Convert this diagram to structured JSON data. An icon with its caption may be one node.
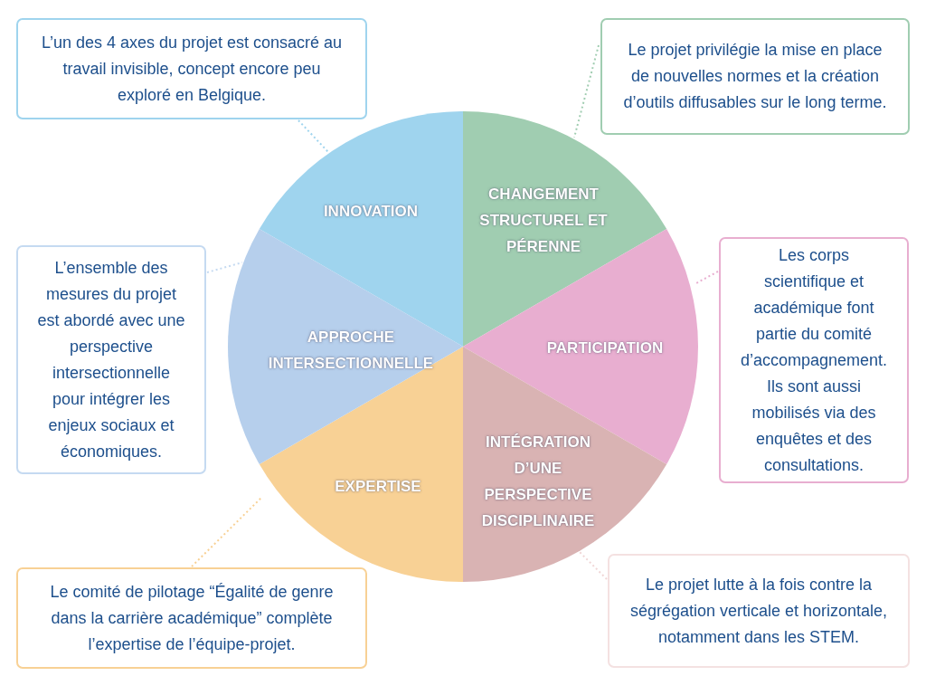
{
  "diagram": {
    "nodes": [
      {
        "text": [
          "INNOVATION"
        ]
      },
      {
        "text": [
          "CHANGEMENT STRUCTUREL ET PÉRENNE"
        ]
      },
      {
        "text": [
          "PARTICIPATION"
        ]
      },
      {
        "text": [
          "INTÉGRATION D’UNE PERSPECTIVE DISCIPLINAIRE"
        ]
      },
      {
        "text": [
          "EXPERTISE"
        ]
      },
      {
        "text": [
          "APPROCHE INTERSECTIONNELLE"
        ]
      },
      {
        "text": [
          "L’un des 4 axes du projet est consacré au travail invisible, concept encore peu exploré en Belgique."
        ]
      },
      {
        "text": [
          "Le projet privilégie la mise en place de nouvelles normes et la création d’outils diffusables sur le long terme."
        ]
      },
      {
        "text": [
          "Les corps scientifique et académique font partie du comité d’accompagnement. Ils sont aussi mobilisés via des enquêtes et des consultations."
        ]
      },
      {
        "text": [
          "Le projet lutte à la fois contre la ségrégation verticale et horizontale, notamment dans les STEM."
        ]
      },
      {
        "text": [
          "Le comité de pilotage “Égalité de genre dans la carrière académique” complète l’expertise de l’équipe-projet."
        ]
      },
      {
        "text": [
          "L’ensemble des mesures du projet est abordé avec une perspective intersectionnelle pour intégrer les enjeux sociaux et économiques."
        ]
      }
    ],
    "edges": [
      {
        "from": 6,
        "to": 0,
        "arrow": "none",
        "style": "dashed",
        "color": "#9fd4ee"
      },
      {
        "from": 7,
        "to": 1,
        "arrow": "none",
        "style": "dashed",
        "color": "#a0cdb1"
      },
      {
        "from": 8,
        "to": 2,
        "arrow": "none",
        "style": "dashed",
        "color": "#e8aed0"
      },
      {
        "from": 9,
        "to": 3,
        "arrow": "none",
        "style": "dashed",
        "color": "#f0d6d6"
      },
      {
        "from": 10,
        "to": 4,
        "arrow": "none",
        "style": "dashed",
        "color": "#f8d195"
      },
      {
        "from": 11,
        "to": 5,
        "arrow": "none",
        "style": "dashed",
        "color": "#c5daf1"
      }
    ]
  }
}
